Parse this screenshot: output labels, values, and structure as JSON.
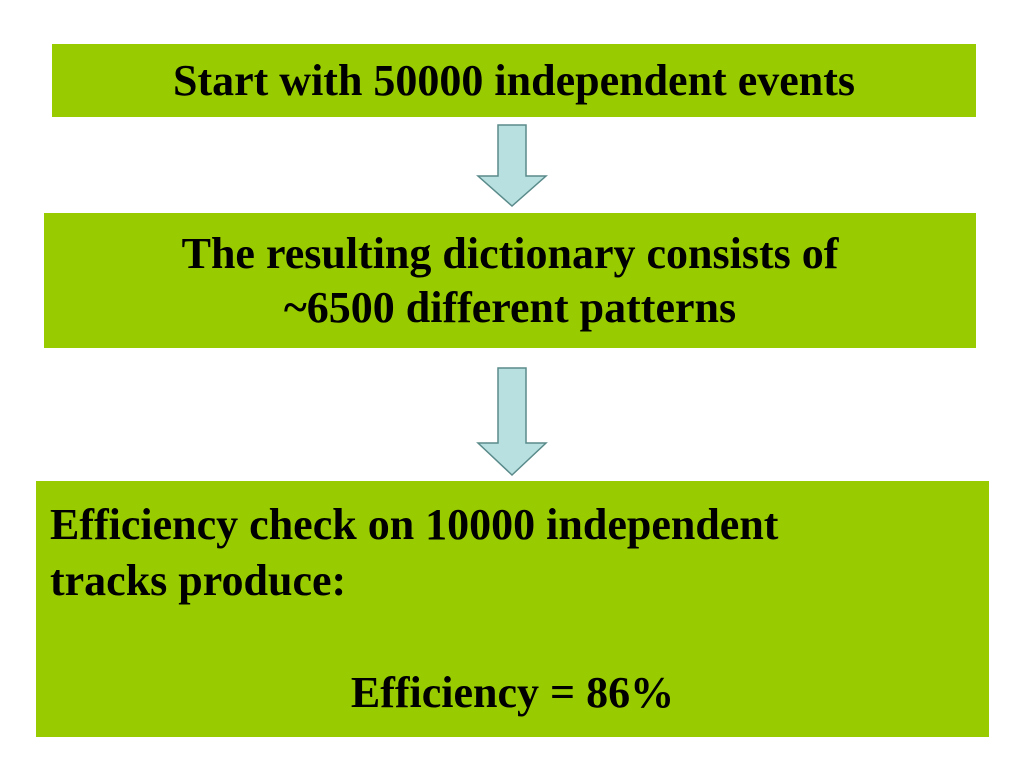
{
  "steps": {
    "start": "Start with 50000 independent events",
    "dictionary_line1": "The resulting dictionary consists of",
    "dictionary_line2": "~6500 different patterns",
    "check_line1": "Efficiency check on 10000 independent",
    "check_line2": "tracks produce:",
    "result": "Efficiency = 86%"
  },
  "colors": {
    "box_fill": "#99cc00",
    "arrow_fill": "#b8e0e0",
    "arrow_stroke": "#5a8a8a"
  },
  "icons": {
    "arrow1": "down-arrow-icon",
    "arrow2": "down-arrow-icon"
  }
}
